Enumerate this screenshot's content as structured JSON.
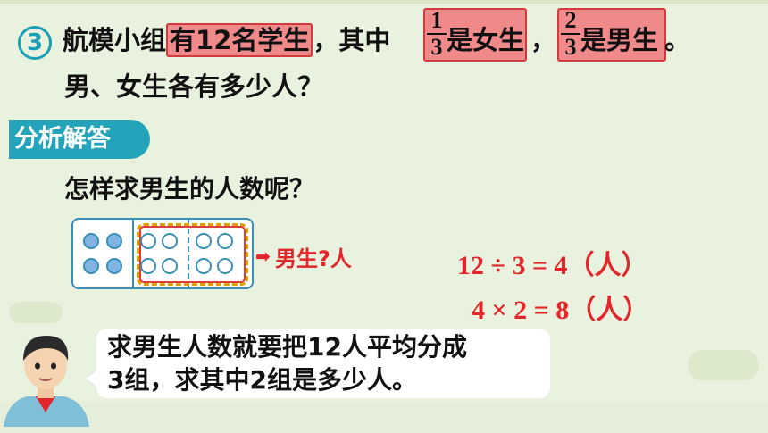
{
  "problem": {
    "number": "3",
    "part1": "航模小组",
    "hl1": "有12名学生",
    "part2": "，其中",
    "hl2_frac_num": "1",
    "hl2_frac_den": "3",
    "hl2_text": "是女生",
    "part3": "，",
    "hl3_frac_num": "2",
    "hl3_frac_den": "3",
    "hl3_text": "是男生",
    "part4": "。",
    "line2": "男、女生各有多少人？"
  },
  "badge": "分析解答",
  "prompt": "怎样求男生的人数呢？",
  "diagram": {
    "arrow": "➡",
    "boys_label": "男生?人"
  },
  "equations": {
    "eq1": "12 ÷ 3 = 4（人）",
    "eq2": "4 × 2 = 8（人）"
  },
  "speech": {
    "line1": "求男生人数就要把12人平均分成",
    "line2": "3组，求其中2组是多少人。"
  },
  "colors": {
    "accent": "#23a4ba",
    "highlight": "#f08a8a",
    "red": "#e2262a",
    "background": "#e9f1df"
  }
}
